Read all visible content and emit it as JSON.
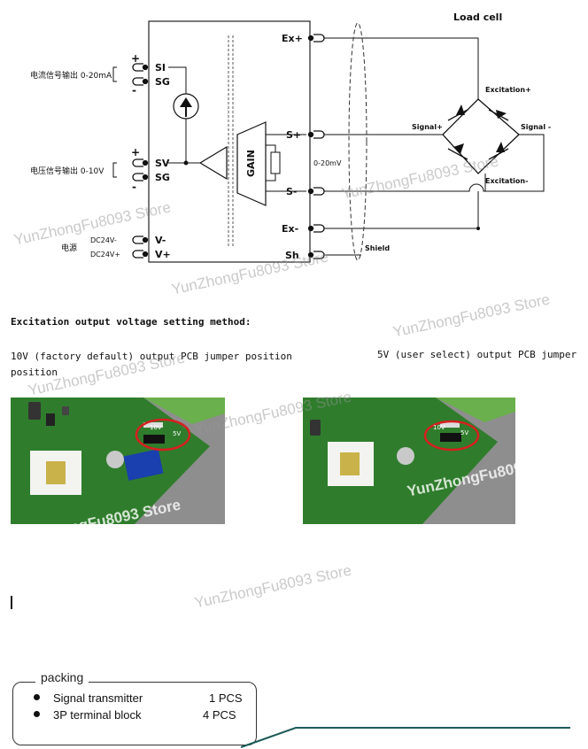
{
  "diagram": {
    "load_cell_title": "Load cell",
    "current_output_label": "电流信号输出 0-20mA",
    "voltage_output_label": "电压信号输出  0-10V",
    "power_label": "电源",
    "power_neg_label": "DC24V-",
    "power_pos_label": "DC24V+",
    "term_si": "SI",
    "term_sg1": "SG",
    "term_sv": "SV",
    "term_sg2": "SG",
    "term_vneg": "V-",
    "term_vpos": "V+",
    "term_exp": "Ex+",
    "term_sp": "S+",
    "term_sm": "S-",
    "term_exm": "Ex-",
    "term_sh": "Sh",
    "plus_sign": "+",
    "minus_sign": "-",
    "gain_label": "GAIN",
    "range_label": "0-20mV",
    "shield_label": "Shield",
    "excitation_plus": "Excitation+",
    "excitation_minus": "Excitation-",
    "signal_plus": "Signal+",
    "signal_minus": "Signal -"
  },
  "section": {
    "heading": "Excitation output voltage setting method:",
    "desc_10v": "10V (factory default) output PCB jumper position",
    "desc_10v_cont": "position",
    "desc_5v": "5V (user select) output PCB jumper"
  },
  "photos": {
    "label_10v": "10V",
    "label_5v": "5V"
  },
  "watermark": "YunZhongFu8093 Store",
  "packing": {
    "title": "packing",
    "items": [
      {
        "name": "Signal transmitter",
        "qty": "1 PCS"
      },
      {
        "name": "3P terminal block",
        "qty": "4 PCS"
      }
    ]
  }
}
